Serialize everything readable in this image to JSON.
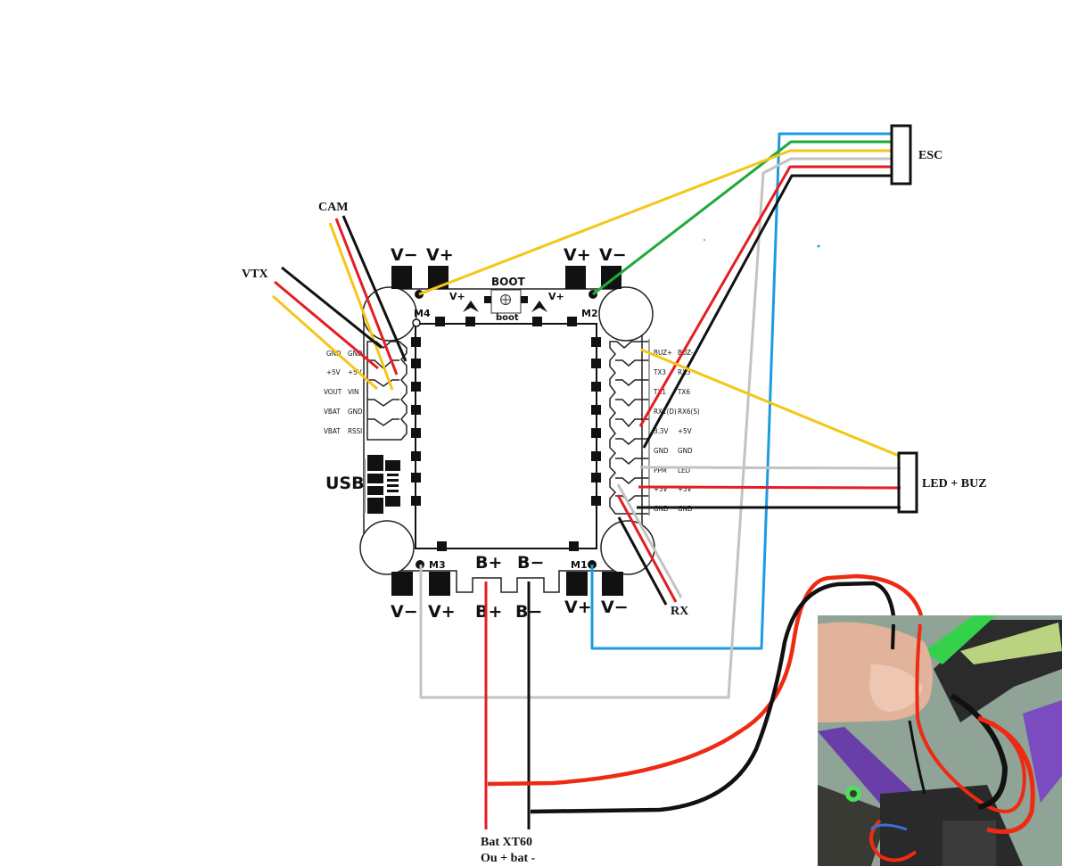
{
  "diagram": {
    "title": "Flight controller wiring diagram",
    "components": {
      "cam": {
        "label": "CAM",
        "wires": [
          "yellow",
          "red",
          "black"
        ]
      },
      "vtx": {
        "label": "VTX",
        "wires": [
          "black",
          "red",
          "yellow"
        ]
      },
      "esc": {
        "label": "ESC",
        "wires": [
          "blue",
          "green",
          "yellow",
          "grey",
          "red",
          "black"
        ]
      },
      "led_buz": {
        "label": "LED + BUZ",
        "wires": [
          "yellow",
          "grey",
          "red",
          "black"
        ]
      },
      "rx": {
        "label": "RX",
        "wires": [
          "black",
          "red",
          "grey"
        ]
      },
      "battery": {
        "label_line1": "Bat XT60",
        "label_line2": "Ou + bat -",
        "wires": [
          "red",
          "black"
        ]
      }
    },
    "board": {
      "boot_label": "BOOT",
      "boot_small": "boot",
      "usb_label": "USB",
      "top_pads": [
        "V−",
        "V+",
        "V+",
        "V−"
      ],
      "bottom_pads": [
        "V−",
        "V+",
        "B+",
        "B−",
        "V+",
        "V−"
      ],
      "inner_bottom_labels": [
        "B+",
        "B−"
      ],
      "motor_labels": [
        "M4",
        "M2",
        "M3",
        "M1"
      ],
      "inner_vplus": [
        "V+",
        "V+"
      ],
      "left_pins": [
        [
          "GND",
          "GND"
        ],
        [
          "+5V",
          "+5V"
        ],
        [
          "VOUT",
          "VIN"
        ],
        [
          "VBAT",
          "GND"
        ],
        [
          "VBAT",
          "RSSI"
        ]
      ],
      "right_pins": [
        [
          "BUZ+",
          "BUZ-"
        ],
        [
          "TX3",
          "RX3"
        ],
        [
          "TX1",
          "TX6"
        ],
        [
          "RX1(D)",
          "RX6(S)"
        ],
        [
          "3.3V",
          "+5V"
        ],
        [
          "GND",
          "GND"
        ],
        [
          "PPM",
          "LED"
        ],
        [
          "+5V",
          "+5V"
        ],
        [
          "GND",
          "GND"
        ]
      ]
    },
    "colors": {
      "yellow": "#f5c518",
      "red": "#e31e24",
      "black": "#111111",
      "green": "#1faa3c",
      "blue": "#1e9be0",
      "grey": "#c3c3c3",
      "photo_red": "#ee2a12"
    },
    "photo": {
      "description": "Photo of drone frame with red and black battery leads soldered to flight controller"
    }
  }
}
